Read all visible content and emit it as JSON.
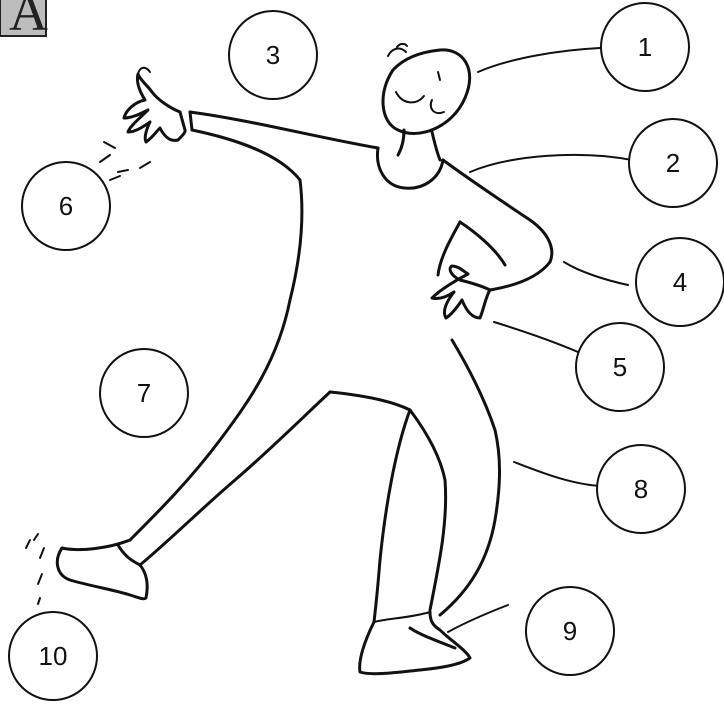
{
  "badge": {
    "letter": "A"
  },
  "labels": [
    {
      "id": "1",
      "text": "1"
    },
    {
      "id": "2",
      "text": "2"
    },
    {
      "id": "3",
      "text": "3"
    },
    {
      "id": "4",
      "text": "4"
    },
    {
      "id": "5",
      "text": "5"
    },
    {
      "id": "6",
      "text": "6"
    },
    {
      "id": "7",
      "text": "7"
    },
    {
      "id": "8",
      "text": "8"
    },
    {
      "id": "9",
      "text": "9"
    },
    {
      "id": "10",
      "text": "10"
    }
  ]
}
